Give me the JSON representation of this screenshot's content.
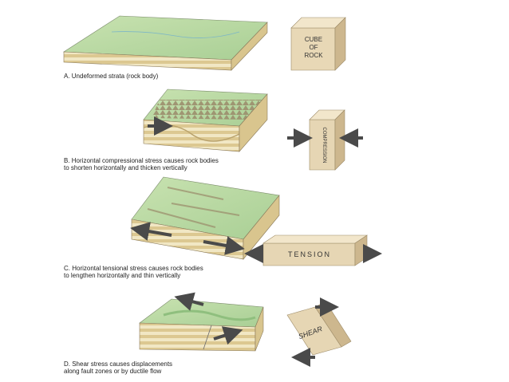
{
  "captions": {
    "a": "A. Undeformed strata (rock body)",
    "b": "B. Horizontal compressional stress causes rock bodies\n    to shorten horizontally and thicken vertically",
    "c": "C. Horizontal tensional stress causes rock bodies\n    to lengthen horizontally and thin vertically",
    "d": "D. Shear stress causes displacements\n    along fault zones or by ductile flow"
  },
  "cube": {
    "line1": "CUBE",
    "line2": "OF",
    "line3": "ROCK"
  },
  "stress_labels": {
    "compression": "COMPRESSION",
    "tension": "TENSION",
    "shear": "SHEAR"
  },
  "colors": {
    "surface": "#b9d9a4",
    "strata_light": "#f0e6c0",
    "strata_dark": "#d8c58f",
    "block_face": "#e6d6b4",
    "block_side": "#cdb88f",
    "arrow": "#4a4a4a"
  }
}
